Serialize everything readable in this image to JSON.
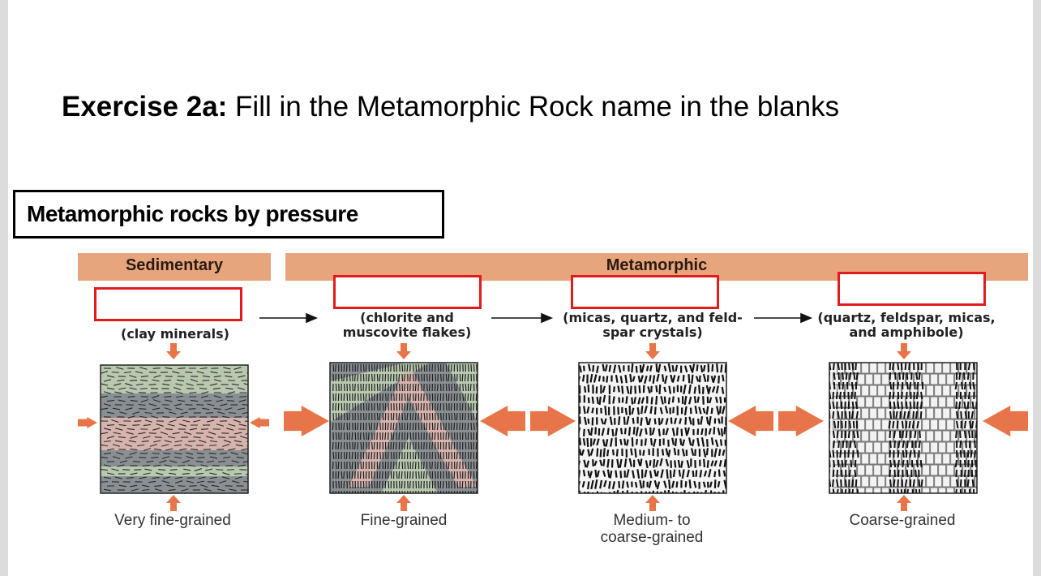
{
  "title": {
    "bold": "Exercise 2a:",
    "rest": " Fill in the Metamorphic Rock name in the blanks"
  },
  "heading": "Metamorphic rocks by pressure",
  "bands": {
    "sedimentary": "Sedimentary",
    "metamorphic": "Metamorphic"
  },
  "stages": [
    {
      "mineral_line1": "(clay minerals)",
      "mineral_line2": "",
      "grain_line1": "Very fine-grained",
      "grain_line2": ""
    },
    {
      "mineral_line1": "(chlorite and",
      "mineral_line2": "muscovite flakes)",
      "grain_line1": "Fine-grained",
      "grain_line2": ""
    },
    {
      "mineral_line1": "(micas, quartz, and feld-",
      "mineral_line2": "spar crystals)",
      "grain_line1": "Medium- to",
      "grain_line2": "coarse-grained"
    },
    {
      "mineral_line1": "(quartz, feldspar, micas,",
      "mineral_line2": "and amphibole)",
      "grain_line1": "Coarse-grained",
      "grain_line2": ""
    }
  ],
  "colors": {
    "band": "#e7a57d",
    "arrow": "#e8754a",
    "blank_border": "#e21b1b",
    "green_layer": "#b9c9b0",
    "pink_layer": "#d7b3ad",
    "gray_layer": "#8a8f93"
  }
}
